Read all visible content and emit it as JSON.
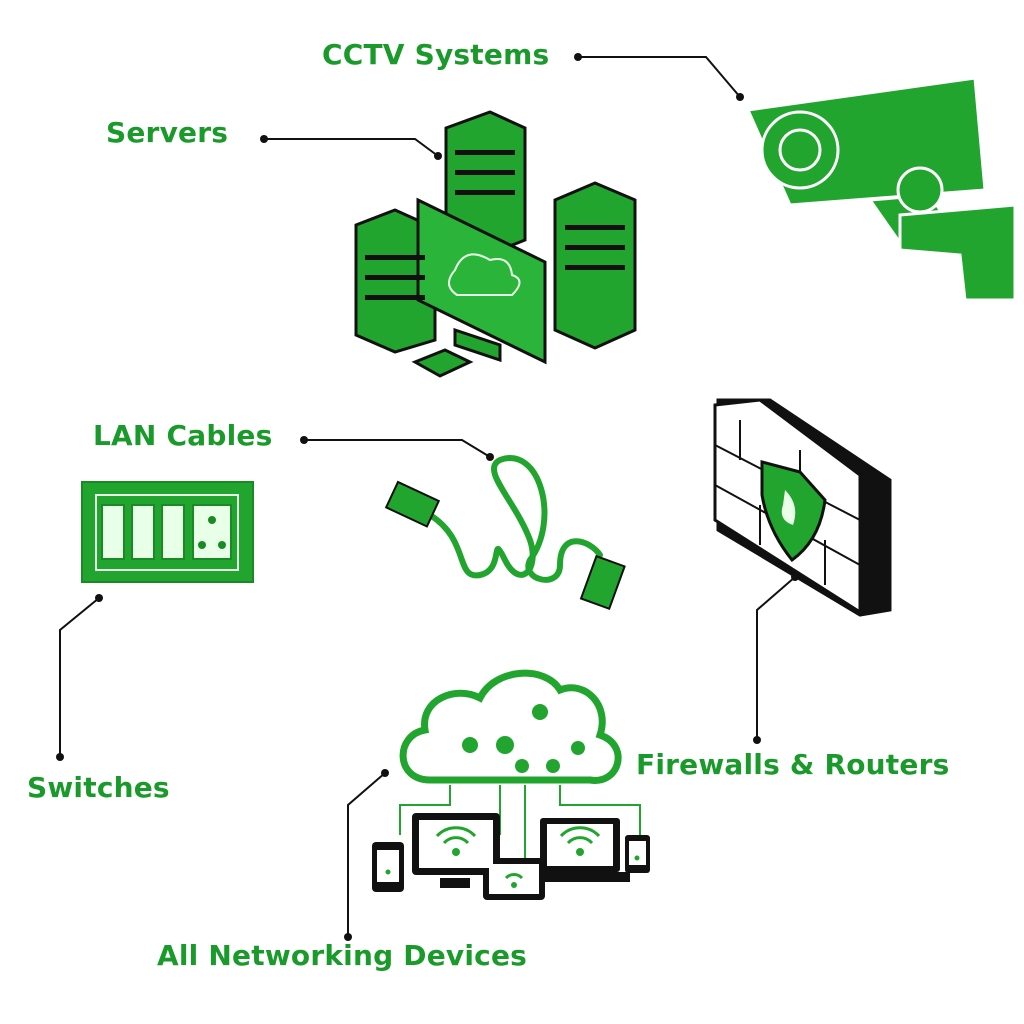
{
  "colors": {
    "accent": "#1a9a2a",
    "illustration_green": "#22a52e",
    "line": "#111111"
  },
  "labels": {
    "cctv": "CCTV Systems",
    "servers": "Servers",
    "lan": "LAN Cables",
    "switches": "Switches",
    "firewalls": "Firewalls & Routers",
    "devices": "All Networking Devices"
  },
  "icons": [
    "cctv-camera-icon",
    "server-rack-icon",
    "lan-cable-icon",
    "wall-switch-icon",
    "firewall-icon",
    "cloud-devices-icon"
  ]
}
